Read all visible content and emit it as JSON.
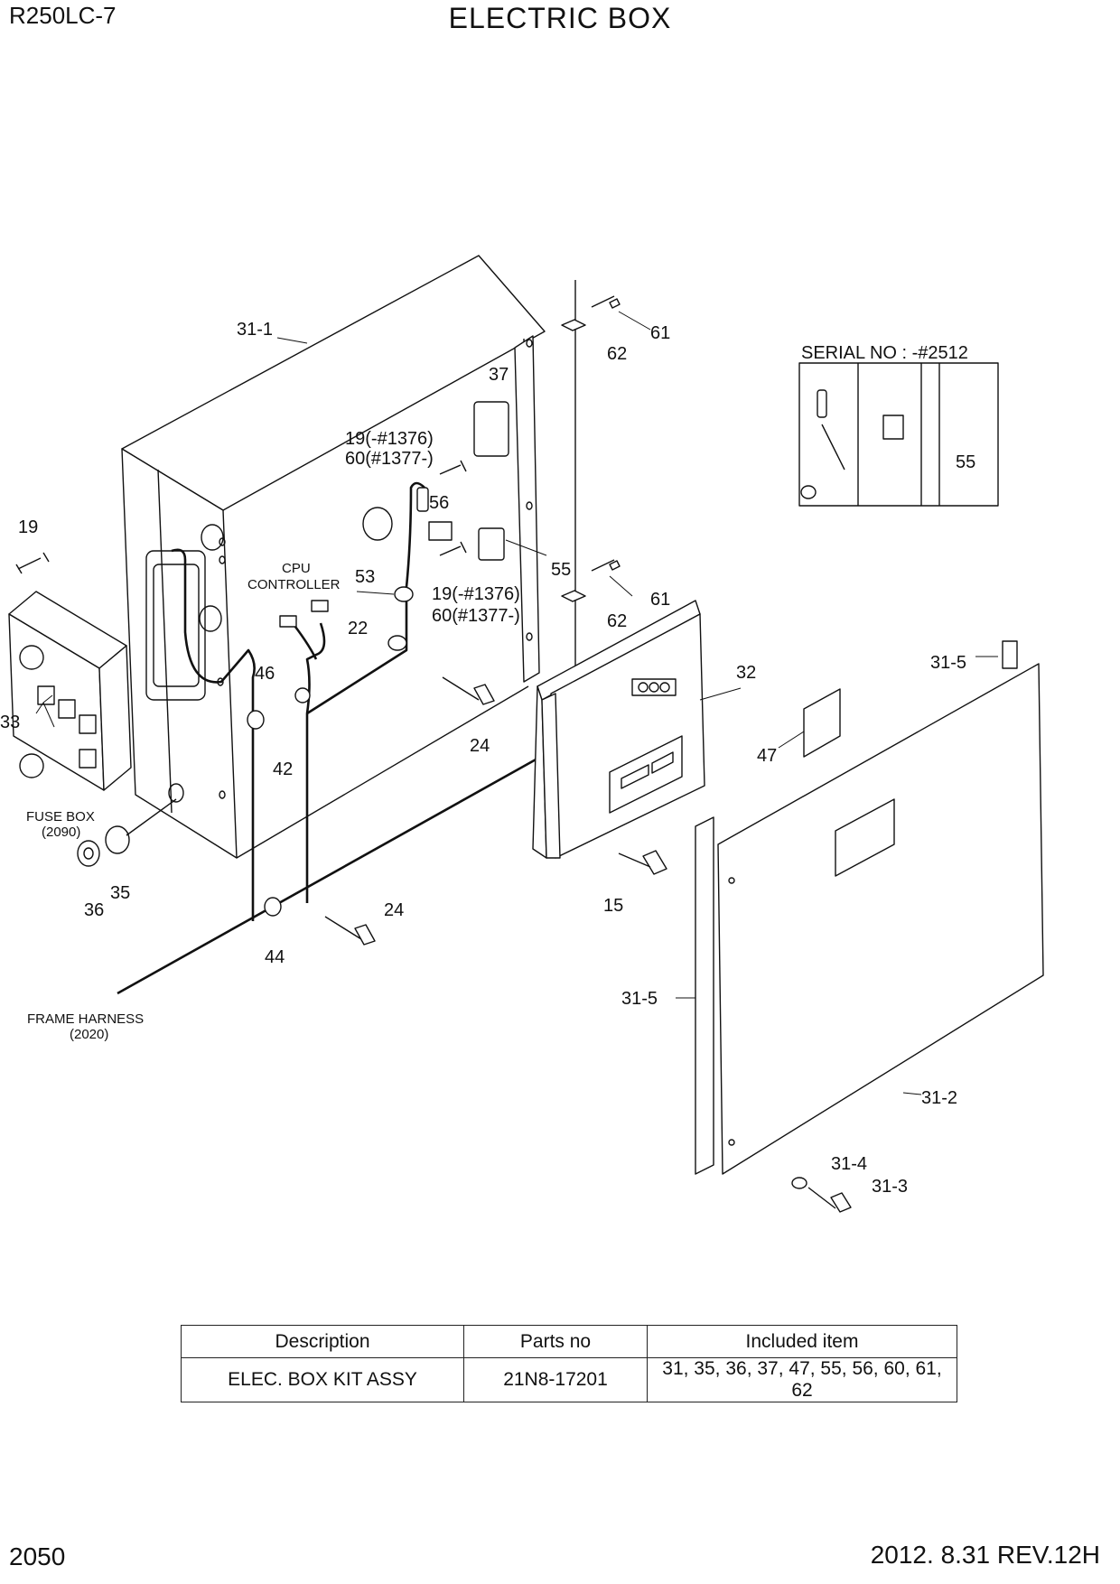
{
  "header": {
    "model": "R250LC-7",
    "title": "ELECTRIC BOX"
  },
  "footer": {
    "page": "2050",
    "revision": "2012. 8.31  REV.12H"
  },
  "diagram": {
    "inset_caption": "SERIAL NO : -#2512",
    "part_callouts": {
      "p31_1": "31-1",
      "p61_top": "61",
      "p62_top": "62",
      "p37": "37",
      "p19_60_top_a": "19(-#1376)",
      "p19_60_top_b": "60(#1377-)",
      "p56": "56",
      "p19": "19",
      "p53": "53",
      "p55": "55",
      "p55_inset": "55",
      "p19_60_mid_a": "19(-#1376)",
      "p19_60_mid_b": "60(#1377-)",
      "p61_mid": "61",
      "p62_mid": "62",
      "p22": "22",
      "p32": "32",
      "p31_5_top": "31-5",
      "p46": "46",
      "p33": "33",
      "p24_top": "24",
      "p47": "47",
      "p42": "42",
      "p15": "15",
      "p35": "35",
      "p36": "36",
      "p24_bottom": "24",
      "p44": "44",
      "p31_5_bottom": "31-5",
      "p31_2": "31-2",
      "p31_4": "31-4",
      "p31_3": "31-3"
    },
    "references": {
      "cpu_line1": "CPU",
      "cpu_line2": "CONTROLLER",
      "fuse_line1": "FUSE BOX",
      "fuse_line2": "(2090)",
      "frame_line1": "FRAME HARNESS",
      "frame_line2": "(2020)"
    }
  },
  "parts_table": {
    "headers": [
      "Description",
      "Parts no",
      "Included item"
    ],
    "rows": [
      [
        "ELEC. BOX KIT ASSY",
        "21N8-17201",
        "31, 35, 36, 37, 47, 55, 56, 60, 61, 62"
      ]
    ]
  }
}
